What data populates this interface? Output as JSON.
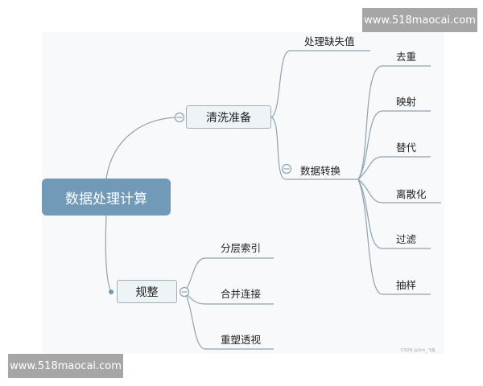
{
  "root": {
    "label": "数据处理计算"
  },
  "branches": [
    {
      "label": "清洗准备",
      "children": [
        {
          "label": "处理缺失值"
        },
        {
          "label": "数据转换",
          "children": [
            {
              "label": "去重"
            },
            {
              "label": "映射"
            },
            {
              "label": "替代"
            },
            {
              "label": "离散化"
            },
            {
              "label": "过滤"
            },
            {
              "label": "抽样"
            }
          ]
        }
      ]
    },
    {
      "label": "规整",
      "children": [
        {
          "label": "分层索引"
        },
        {
          "label": "合并连接"
        },
        {
          "label": "重塑透视"
        }
      ]
    }
  ],
  "watermark": "www.518maocai.com",
  "credit": "CSDN @Vim_飞鱼",
  "colors": {
    "root": "#7199b8",
    "line": "#8fa3b0",
    "background": "#f7f9fa"
  }
}
